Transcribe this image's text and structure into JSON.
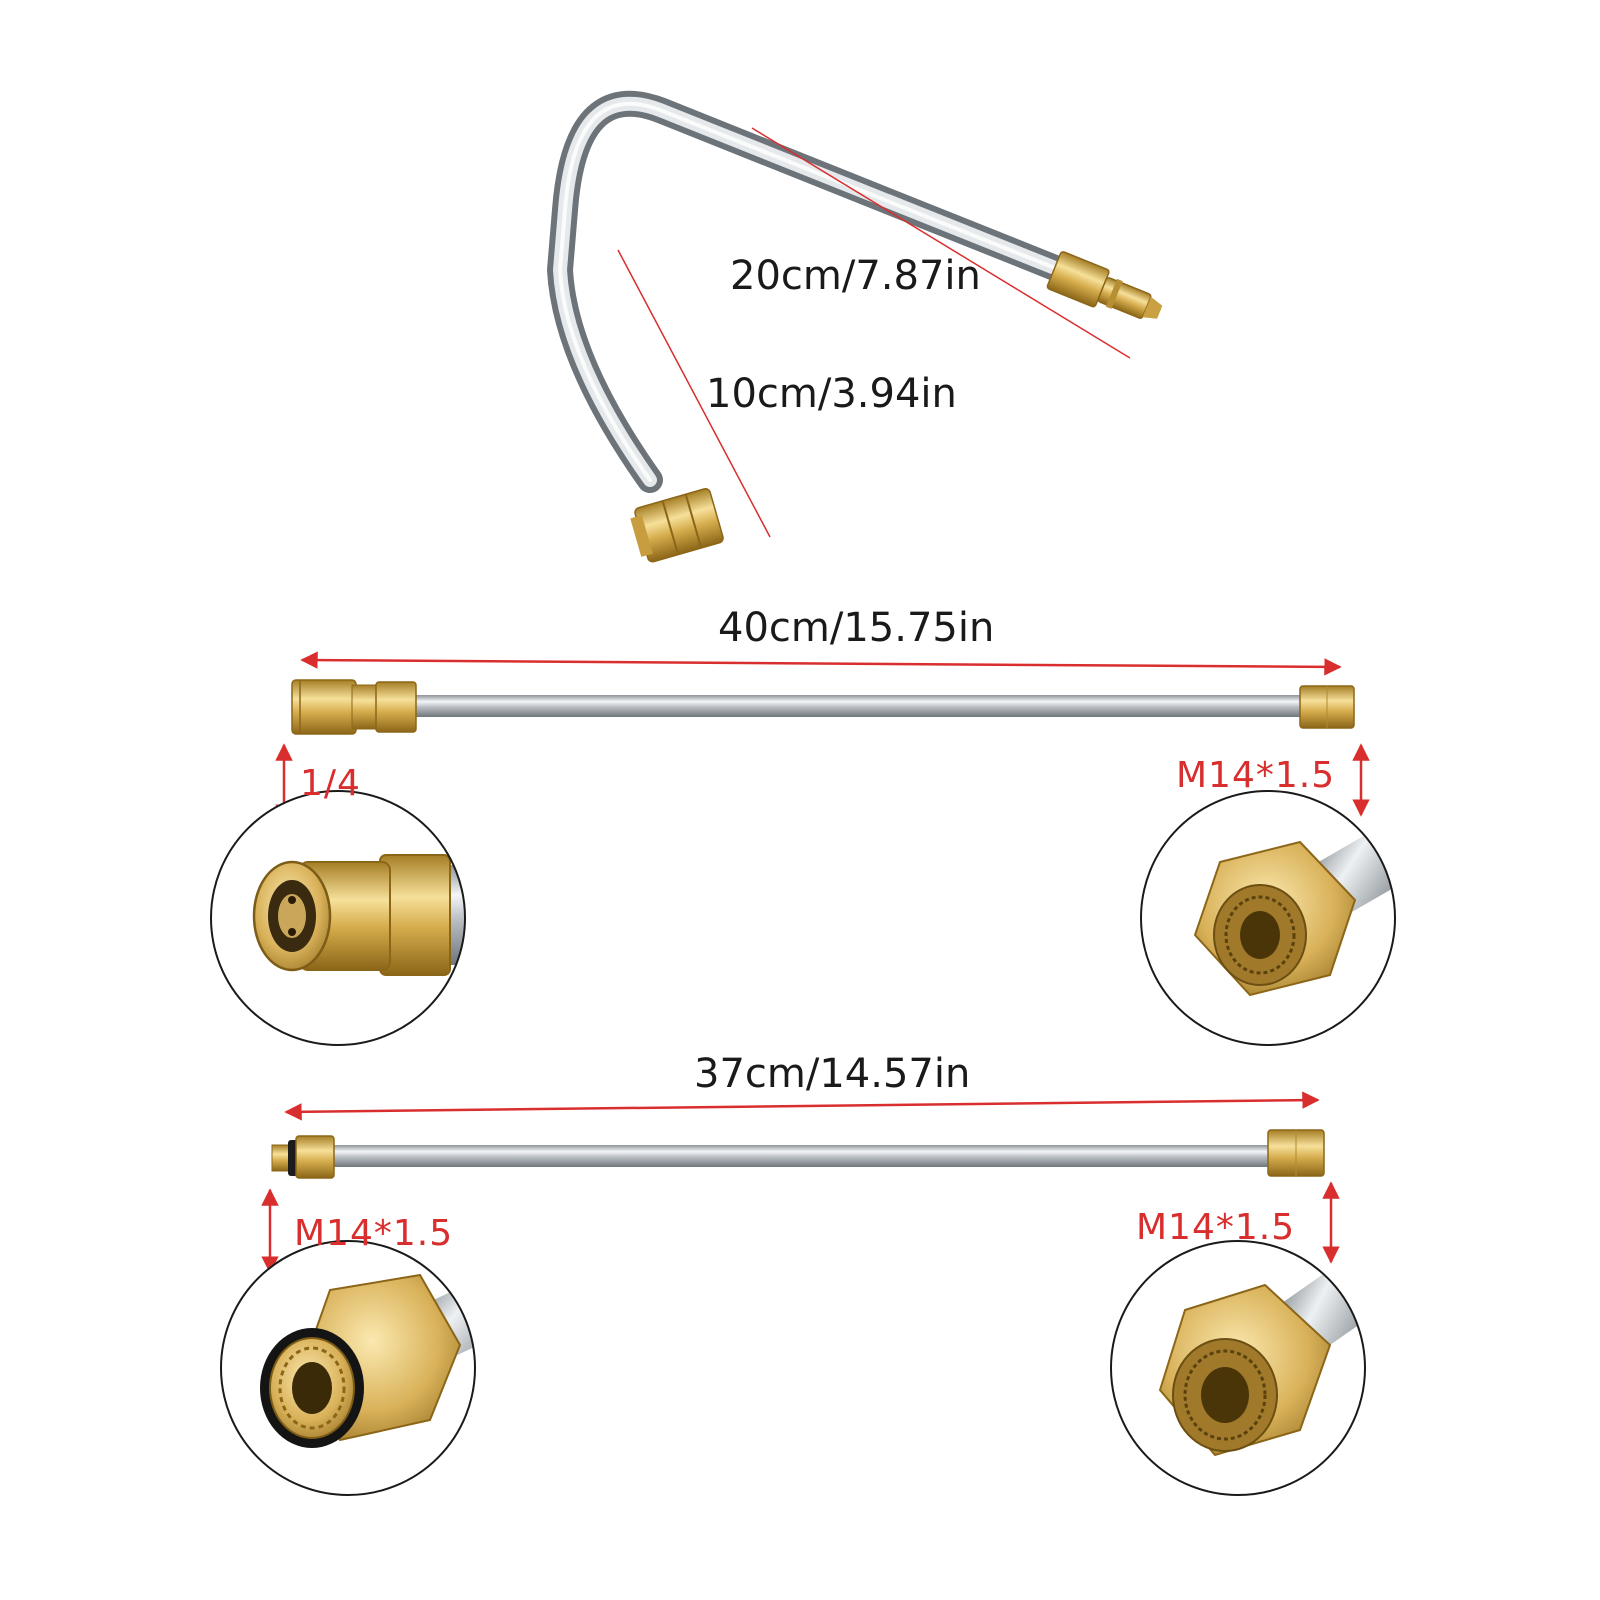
{
  "measurements": {
    "bent_long_arm": "20cm/7.87in",
    "bent_short_arm": "10cm/3.94in",
    "wand_1_length": "40cm/15.75in",
    "wand_2_length": "37cm/14.57in"
  },
  "fittings": {
    "wand_1_left": "1/4",
    "wand_1_right": "M14*1.5",
    "wand_2_left": "M14*1.5",
    "wand_2_right": "M14*1.5"
  },
  "colors": {
    "background": "#ffffff",
    "dimension_red": "#d92e2e",
    "brass": "#d8b454",
    "steel": "#c4c8cc"
  },
  "icons": [
    "bent-wand-icon",
    "straight-wand-icon",
    "quick-connect-coupler-icon",
    "male-thread-fitting-icon",
    "female-nut-fitting-icon"
  ]
}
